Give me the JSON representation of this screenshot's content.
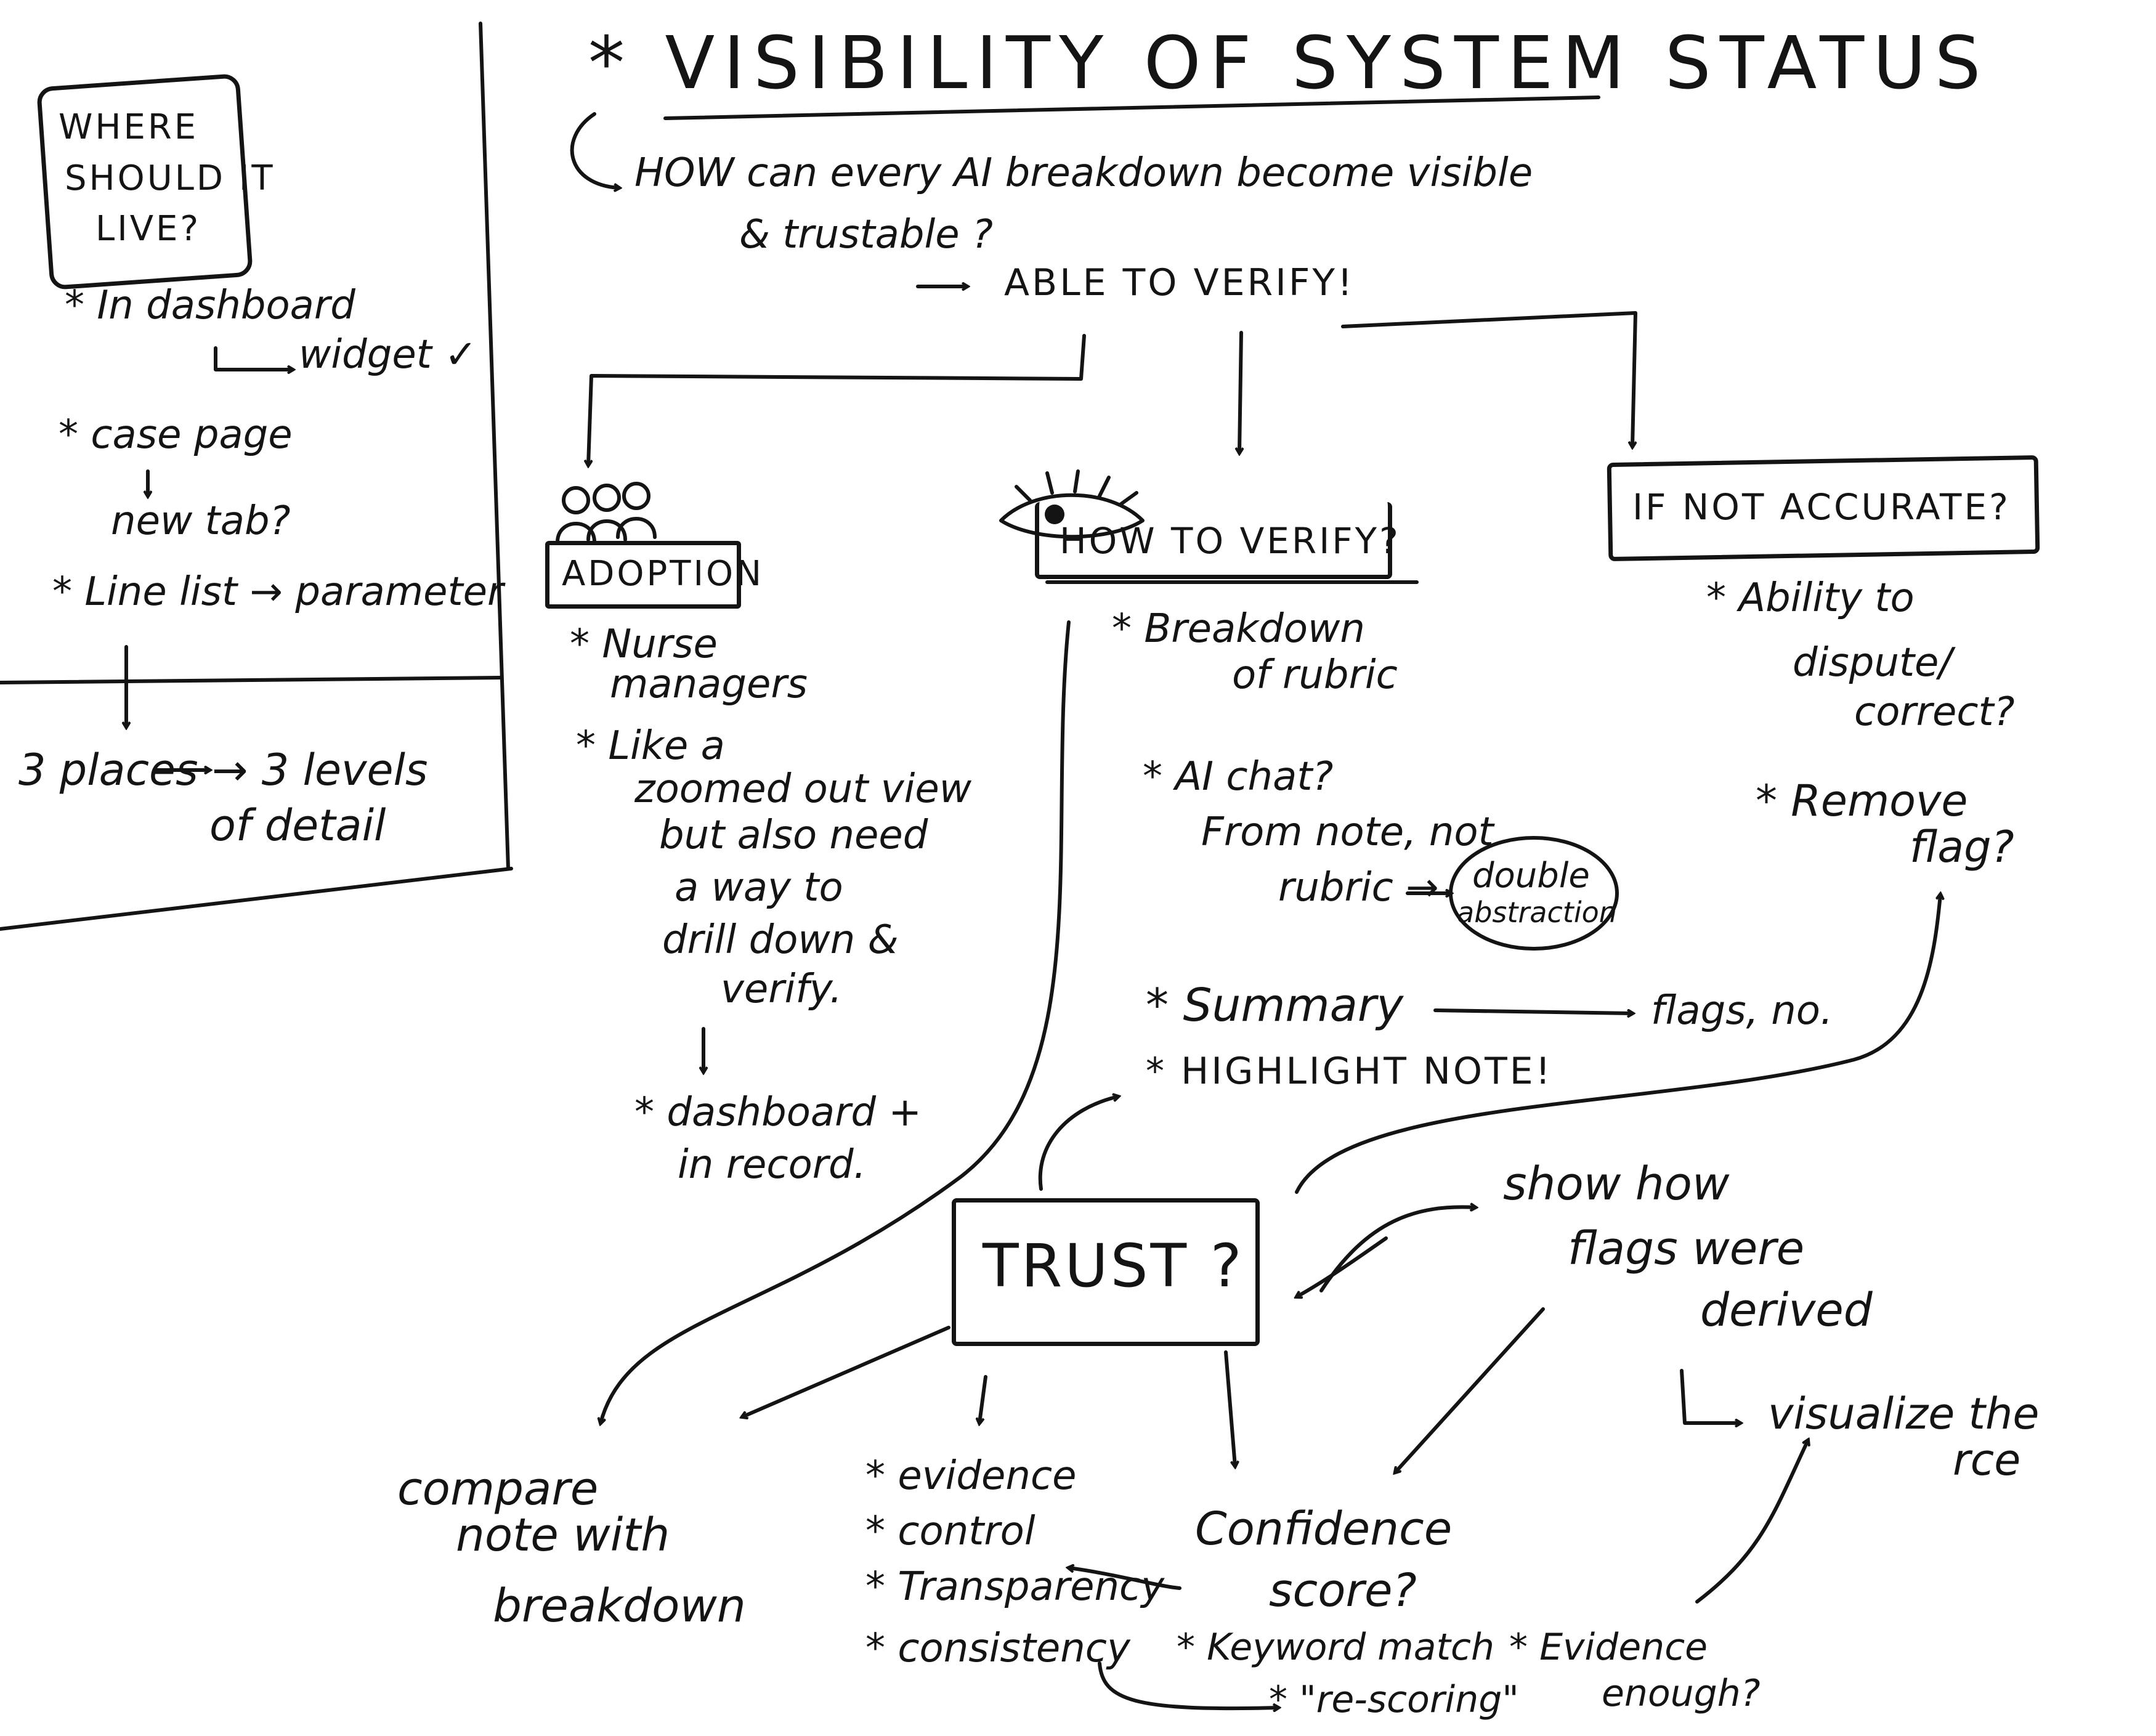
{
  "title": "* VISIBILITY OF SYSTEM STATUS",
  "question": {
    "line1": "HOW can every AI breakdown become visible",
    "line2": "& trustable ?",
    "answer": "ABLE TO VERIFY!"
  },
  "left_panel": {
    "box_label": [
      "WHERE",
      "SHOULD IT",
      "LIVE?"
    ],
    "items": [
      "* In dashboard",
      "widget ✓",
      "* case page",
      "new tab?",
      "* Line list → parameter"
    ],
    "bottom": [
      "3 places → 3 levels",
      "of detail"
    ]
  },
  "adoption": {
    "label": "ADOPTION",
    "notes": [
      "* Nurse",
      "managers",
      "* Like a",
      "zoomed out view",
      "but also need",
      "a way to",
      "drill down &",
      "verify."
    ],
    "result": [
      "* dashboard +",
      "in record."
    ]
  },
  "verify": {
    "label": "HOW TO VERIFY?",
    "notes": [
      "* Breakdown",
      "of rubric",
      "* AI chat?",
      "From note, not",
      "rubric →"
    ],
    "double": [
      "double",
      "abstraction"
    ],
    "summary": "* Summary",
    "summary_target": "flags, no.",
    "highlight": "* HIGHLIGHT NOTE!"
  },
  "not_accurate": {
    "label": "IF NOT ACCURATE?",
    "notes": [
      "* Ability to",
      "dispute/",
      "correct?",
      "* Remove",
      "flag?"
    ]
  },
  "trust": {
    "label": "TRUST ?"
  },
  "show_flags": [
    "show how",
    "flags were",
    "derived"
  ],
  "visualize": [
    "visualize the",
    "rce"
  ],
  "compare": [
    "compare",
    "note with",
    "breakdown"
  ],
  "qualities": [
    "* evidence",
    "* control",
    "* Transparency",
    "* consistency"
  ],
  "confidence": [
    "Confidence",
    "score?"
  ],
  "keyword": [
    "* Keyword match",
    "* \"re-scoring\""
  ],
  "evidence_enough": [
    "* Evidence",
    "enough?"
  ]
}
